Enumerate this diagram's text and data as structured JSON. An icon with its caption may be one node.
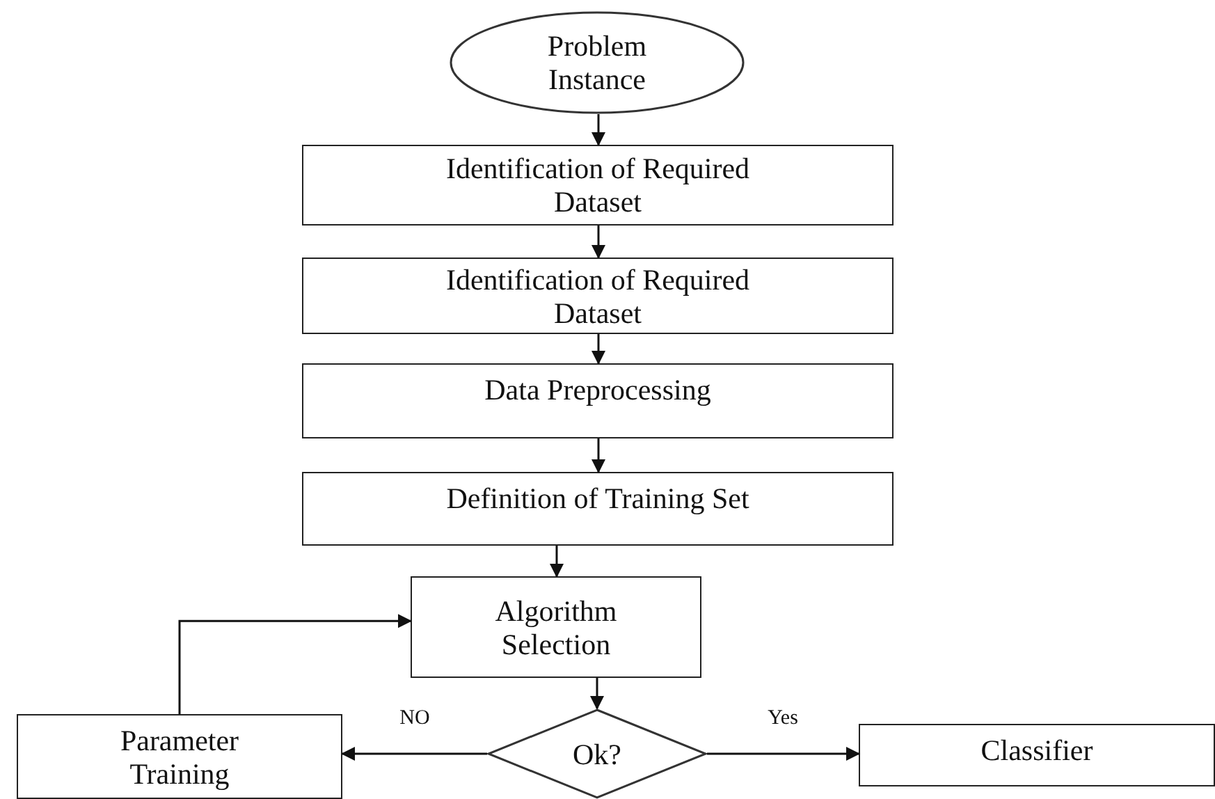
{
  "diagram": {
    "nodes": [
      {
        "text": [
          "Problem Instance"
        ]
      },
      {
        "text": [
          "Identification of Required Dataset"
        ]
      },
      {
        "text": [
          "Identification of Required Dataset"
        ]
      },
      {
        "text": [
          "Data Preprocessing"
        ]
      },
      {
        "text": [
          "Definition of Training Set"
        ]
      },
      {
        "text": [
          "Algorithm Selection"
        ]
      },
      {
        "text": [
          "Ok?"
        ]
      },
      {
        "text": [
          "Parameter Training"
        ]
      },
      {
        "text": [
          "Classifier"
        ]
      }
    ],
    "edges": [
      {
        "from": 0,
        "to": 1,
        "arrow": "to"
      },
      {
        "from": 1,
        "to": 2,
        "arrow": "to"
      },
      {
        "from": 2,
        "to": 3,
        "arrow": "to"
      },
      {
        "from": 3,
        "to": 4,
        "arrow": "to"
      },
      {
        "from": 4,
        "to": 5,
        "arrow": "to"
      },
      {
        "from": 5,
        "to": 6,
        "arrow": "to"
      },
      {
        "from": 6,
        "to": 7,
        "arrow": "to",
        "label": "NO"
      },
      {
        "from": 6,
        "to": 8,
        "arrow": "to",
        "label": "Yes"
      },
      {
        "from": 7,
        "to": 5,
        "arrow": "to"
      }
    ]
  }
}
